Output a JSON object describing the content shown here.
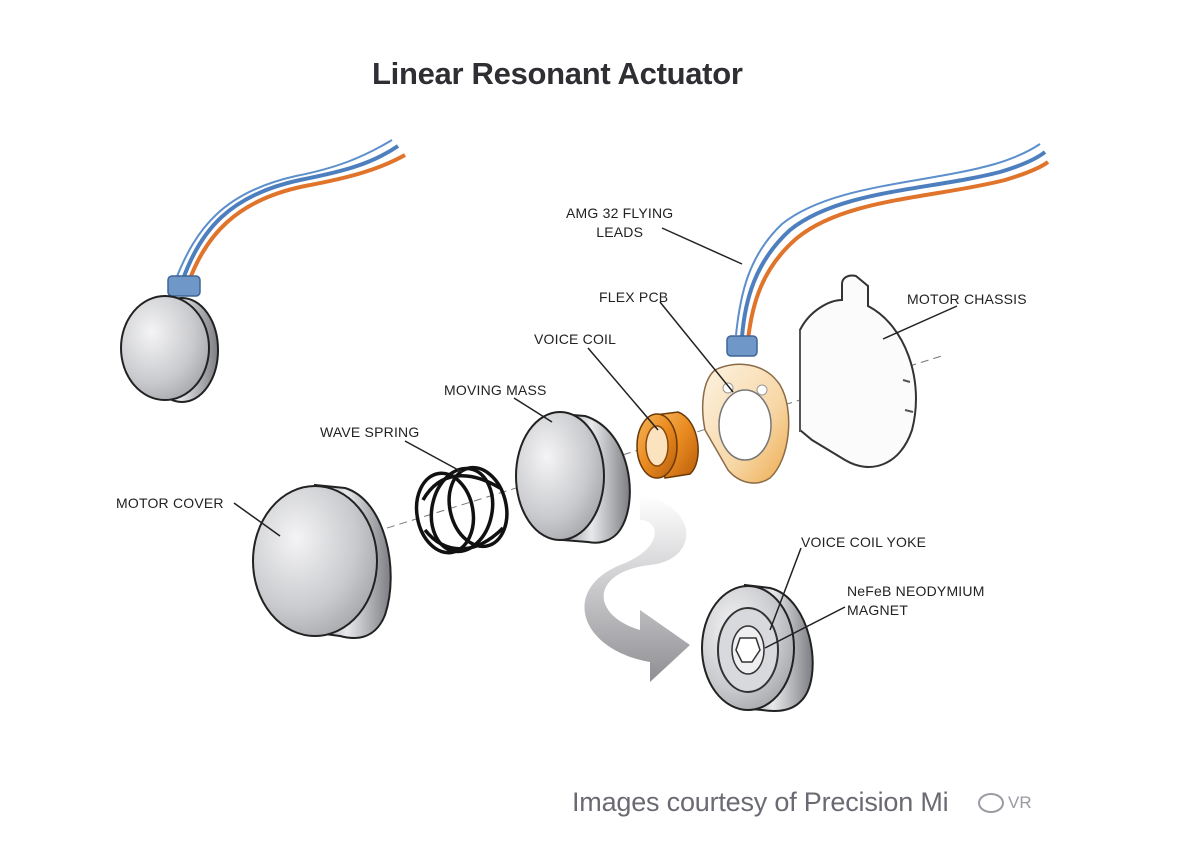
{
  "title": "Linear Resonant Actuator",
  "labels": {
    "leads": "AMG 32 FLYING\nLEADS",
    "flex_pcb": "FLEX PCB",
    "motor_chassis": "MOTOR CHASSIS",
    "voice_coil": "VOICE COIL",
    "moving_mass": "MOVING MASS",
    "wave_spring": "WAVE SPRING",
    "motor_cover": "MOTOR COVER",
    "voice_coil_yoke": "VOICE COIL YOKE",
    "magnet": "NeFeB NEODYMIUM\nMAGNET"
  },
  "credit": "Images courtesy of Precision Mi",
  "watermark": "VR"
}
